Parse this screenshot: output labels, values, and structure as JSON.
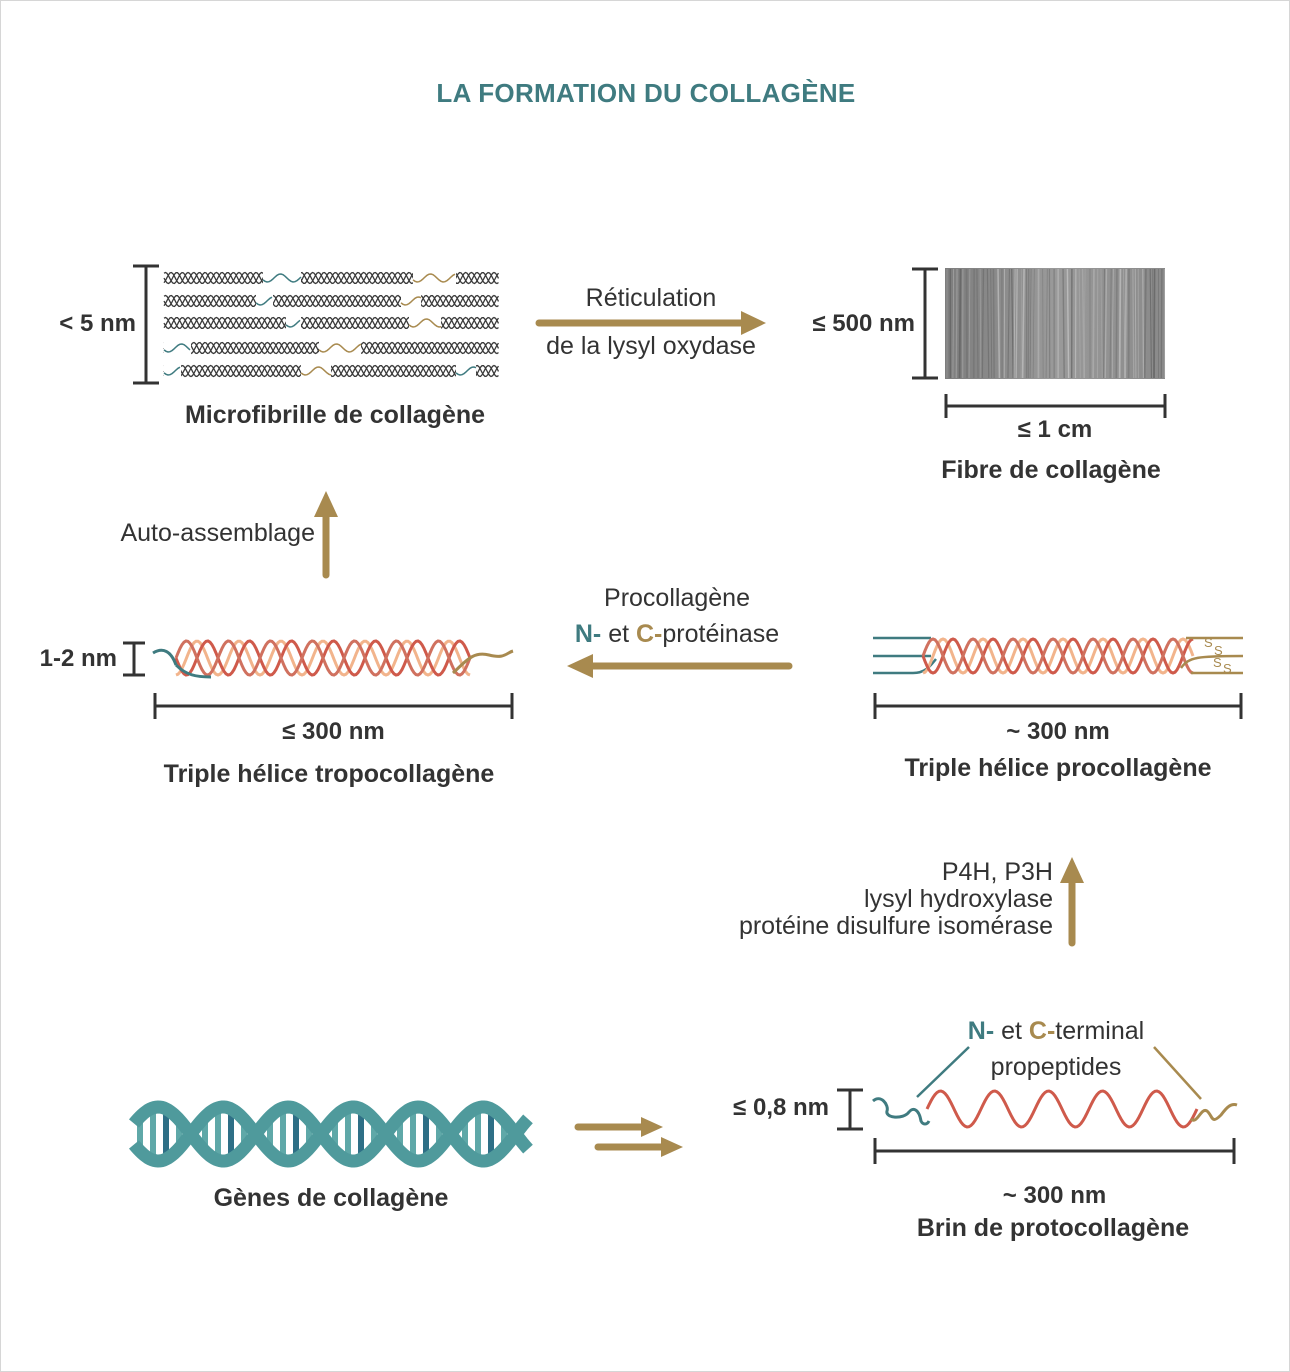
{
  "title": "LA FORMATION DU COLLAGÈNE",
  "colors": {
    "teal": "#3f7b80",
    "gold": "#a88a4f",
    "helix_red": "#cf5a4b",
    "helix_peach": "#f2b48c",
    "dna": "#4f9a9c",
    "text": "#333333"
  },
  "microfibril": {
    "height": "< 5 nm",
    "label": "Microfibrille de collagène"
  },
  "reticulation": {
    "line1": "Réticulation",
    "line2": "de la lysyl oxydase"
  },
  "fiber": {
    "height": "≤ 500 nm",
    "width": "≤ 1 cm",
    "label": "Fibre de collagène"
  },
  "self_assembly": "Auto-assemblage",
  "tropocollagen": {
    "height": "1-2 nm",
    "length": "≤ 300 nm",
    "label": "Triple hélice tropocollagène"
  },
  "proteinase": {
    "line1": "Procollagène",
    "n_prefix": "N-",
    "et": " et ",
    "c_prefix": "C-",
    "suffix": "protéinase"
  },
  "procollagen": {
    "ss1": "S",
    "length": "~ 300 nm",
    "label": "Triple hélice procollagène"
  },
  "enzymes": {
    "line1": "P4H, P3H",
    "line2": "lysyl hydroxylase",
    "line3": "protéine disulfure isomérase"
  },
  "genes": {
    "label": "Gènes de collagène"
  },
  "protocollagen": {
    "n_prefix": "N-",
    "et": " et ",
    "c_prefix": "C-",
    "suffix": "terminal",
    "propeptides": "propeptides",
    "height": "≤ 0,8 nm",
    "length": "~ 300 nm",
    "label": "Brin de protocollagène"
  }
}
